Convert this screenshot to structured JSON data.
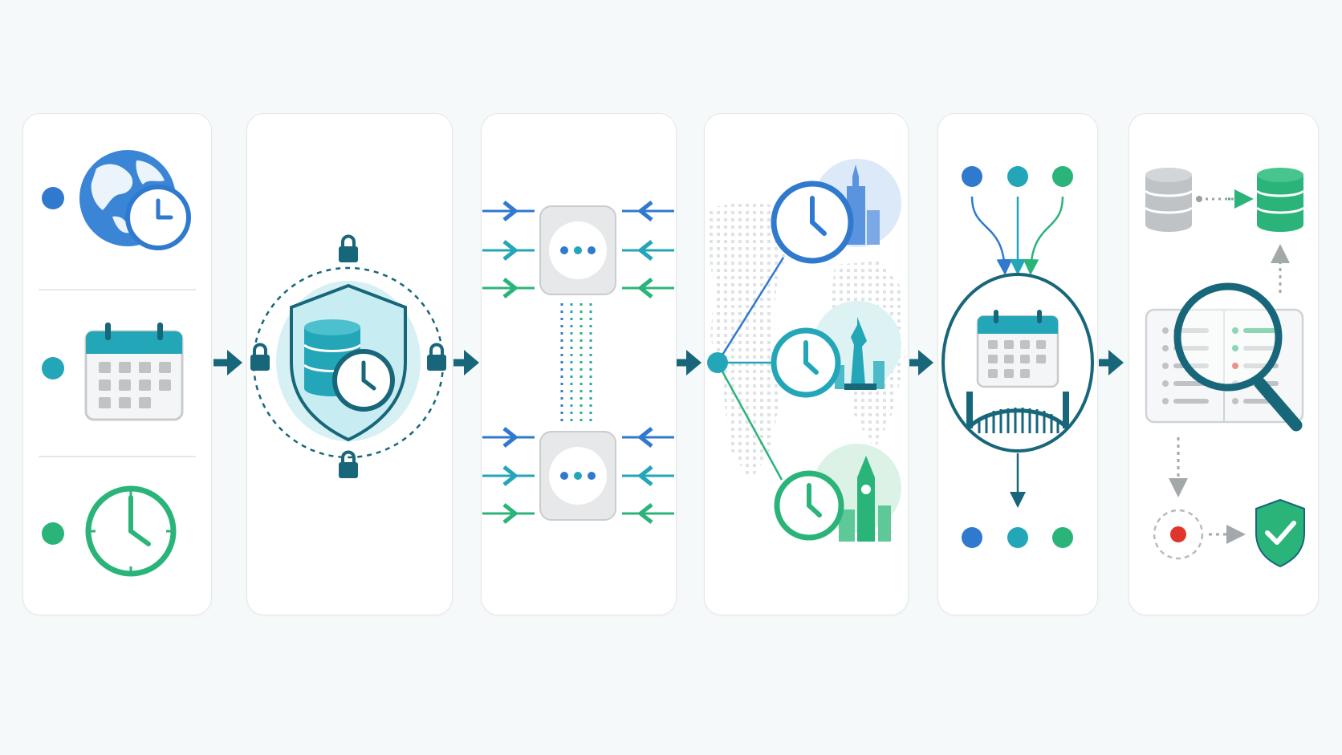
{
  "colors": {
    "teal_dark": "#17667a",
    "teal": "#23a6b8",
    "blue": "#2f79cf",
    "green": "#2bb479",
    "gray": "#bfc3c6",
    "red": "#e0352b",
    "background": "#f6f9f9"
  },
  "stages": [
    {
      "id": "inputs",
      "icons": [
        "globe-clock-icon",
        "calendar-icon",
        "clock-icon"
      ]
    },
    {
      "id": "secure-storage",
      "icons": [
        "shield-database-clock-icon",
        "lock-icon"
      ]
    },
    {
      "id": "sync-exchange",
      "icons": [
        "node-box-icon",
        "arrow-in-icon"
      ]
    },
    {
      "id": "timezone-distribution",
      "icons": [
        "clock-icon",
        "city-skyline-icon",
        "world-map-icon"
      ]
    },
    {
      "id": "schedule-bridge",
      "icons": [
        "calendar-icon",
        "bridge-icon"
      ]
    },
    {
      "id": "verification",
      "icons": [
        "database-icon",
        "magnifier-icon",
        "shield-check-icon"
      ]
    }
  ]
}
